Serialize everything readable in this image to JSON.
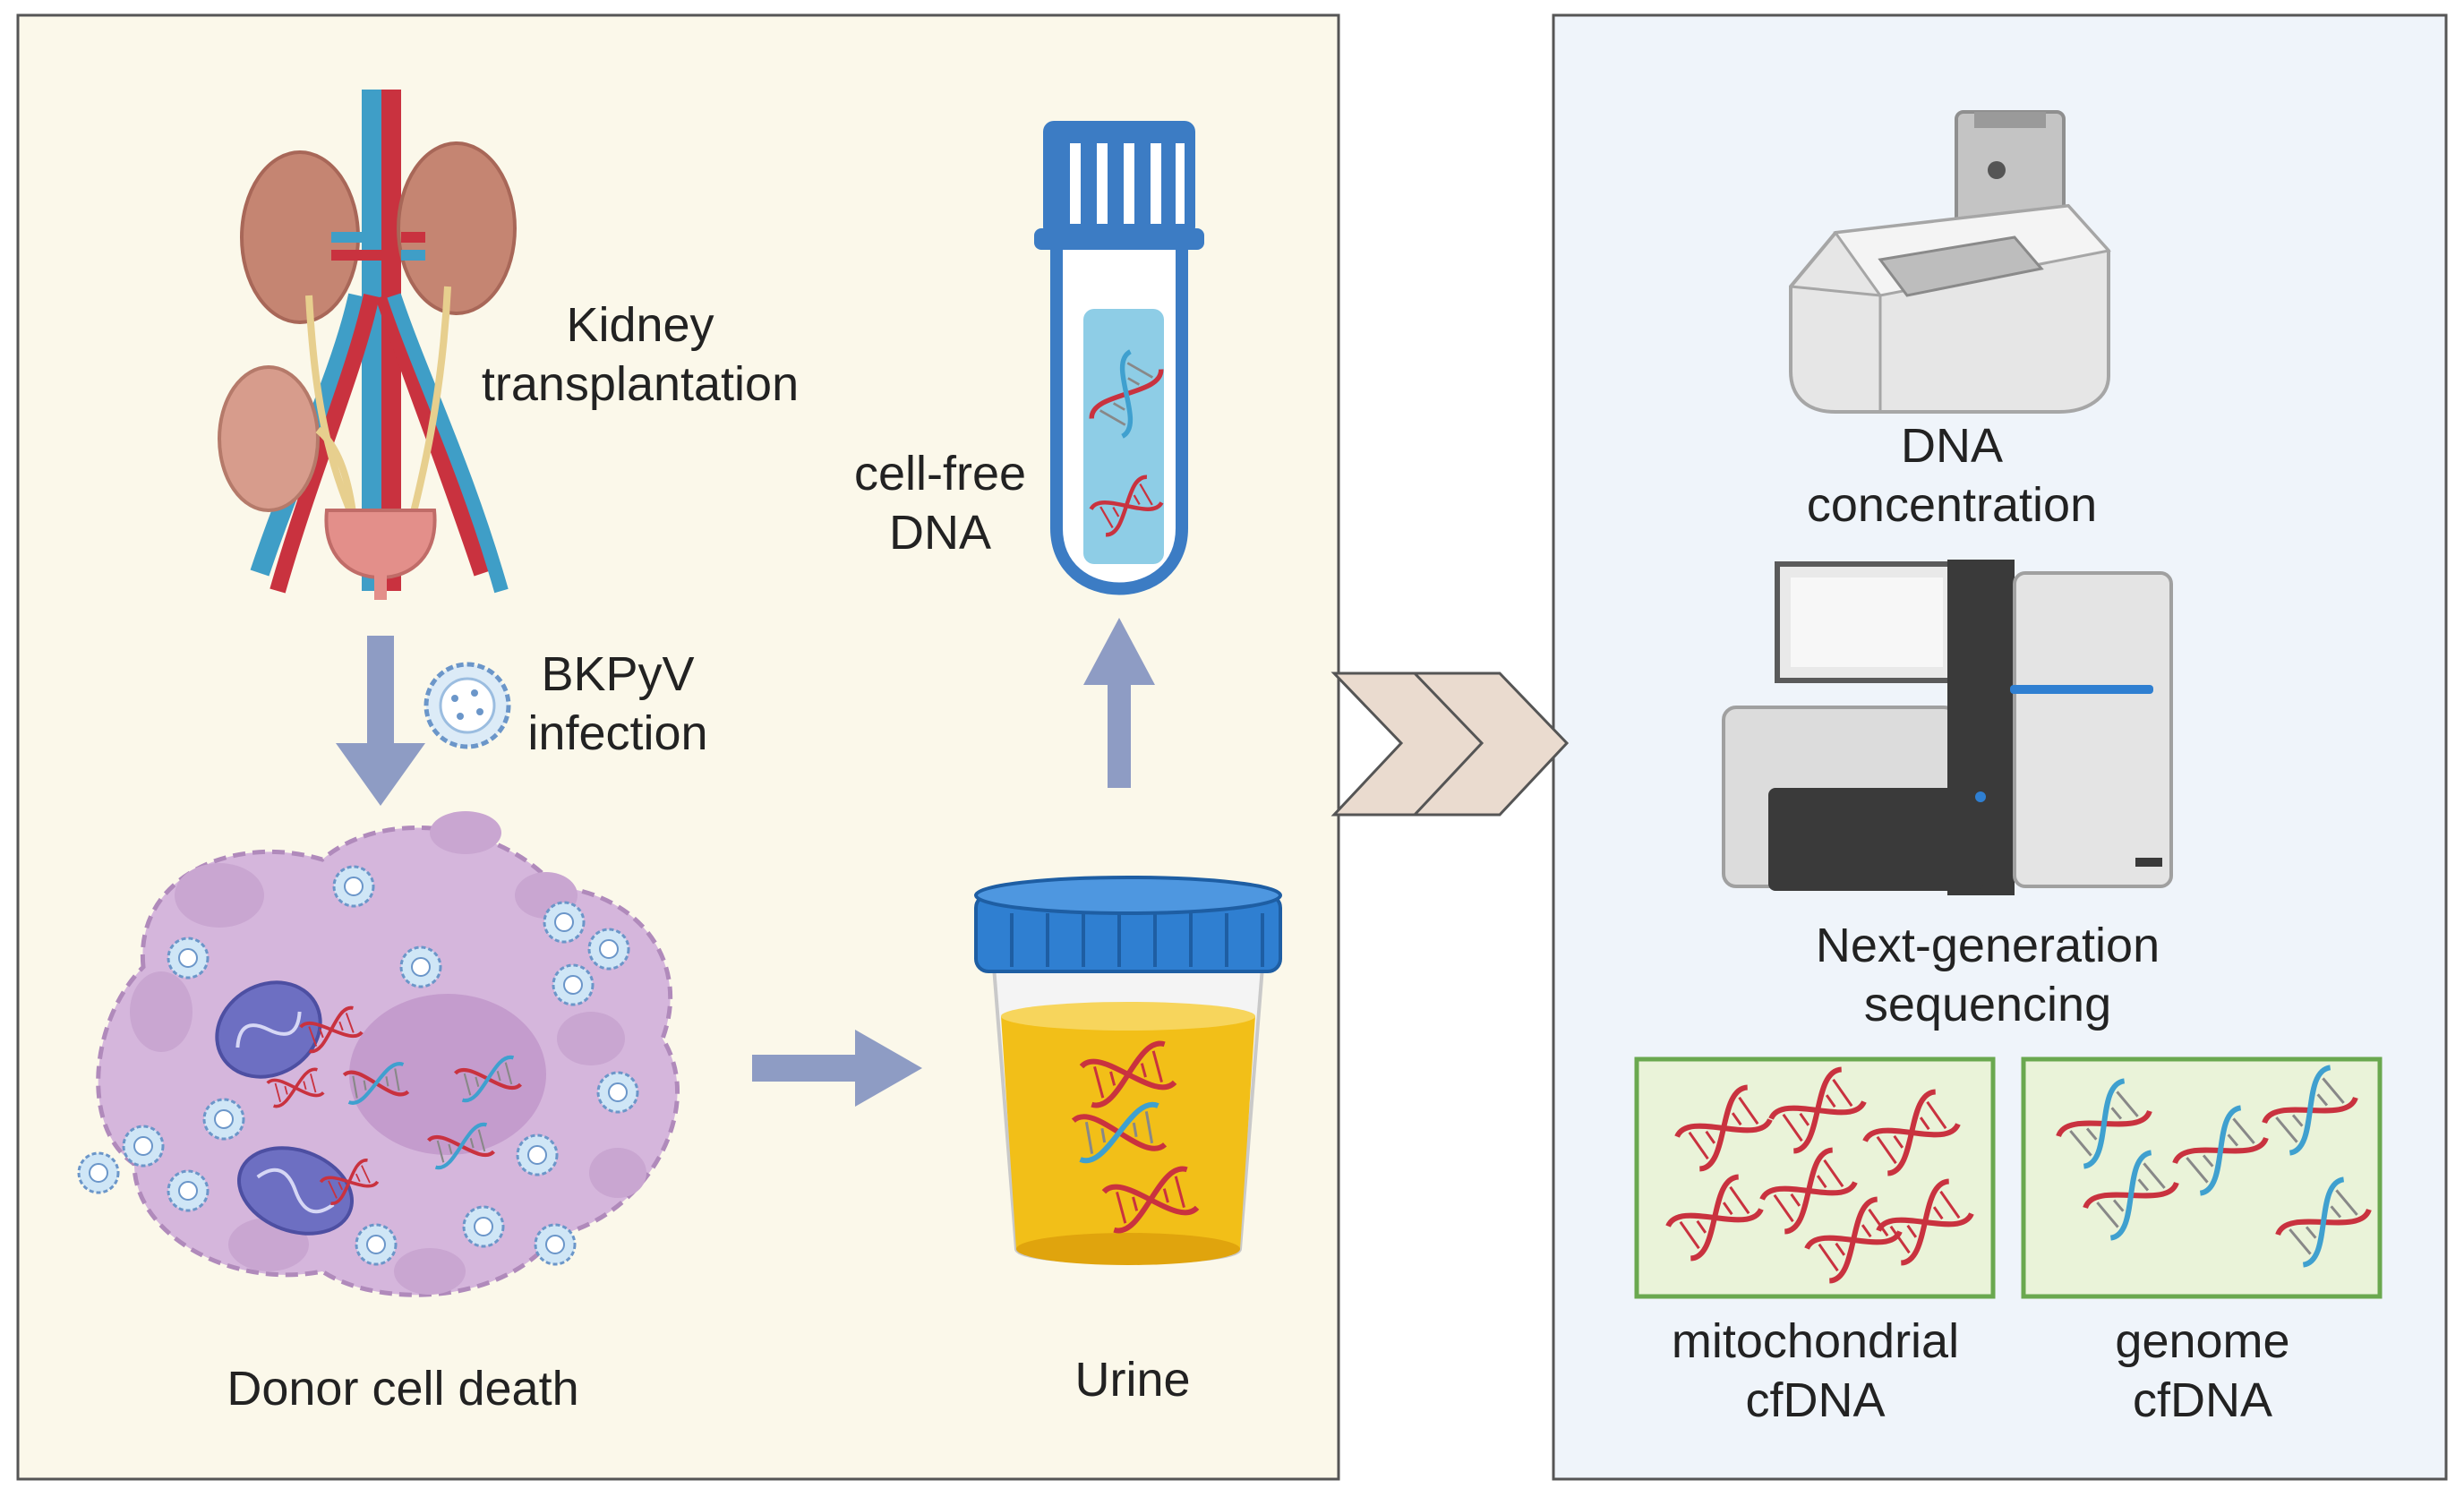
{
  "colors": {
    "left_panel_bg": "#fbf8ea",
    "right_panel_bg": "#eff4fa",
    "panel_border": "#555555",
    "flow_arrow": "#8e9cc4",
    "chevron_fill": "#eadbcf",
    "chevron_stroke": "#555555",
    "vessel_artery": "#c9323f",
    "vessel_vein": "#3f9ec7",
    "kidney": "#cf8b80",
    "ureter": "#e7cf8e",
    "tube_blue": "#3c7cc4",
    "sample_fill": "#8ecde6",
    "cup_lid": "#2f7fd1",
    "urine": "#f2bf18",
    "cell_purple": "#c9a6d1",
    "mitochondria": "#6d6fc2",
    "virus": "#cfe6f6",
    "dna_red": "#c9323f",
    "dna_blue": "#3fa0cf",
    "instrument_light": "#e6e6e6",
    "instrument_dark": "#3a3a3a",
    "box_border": "#6aa84f",
    "box_fill": "#eaf3d9"
  },
  "icons": [
    "urinary-system-icon",
    "virus-icon",
    "donor-cell-icon",
    "test-tube-icon",
    "urine-cup-icon",
    "dna-quantifier-icon",
    "sequencer-icon",
    "dna-helix-icon"
  ],
  "labels": {
    "kidney_line1": "Kidney",
    "kidney_line2": "transplantation",
    "bkpyv_line1": "BKPyV",
    "bkpyv_line2": "infection",
    "donor_cell_death": "Donor cell death",
    "cfdna_line1": "cell-free",
    "cfdna_line2": "DNA",
    "urine": "Urine",
    "dna_conc_line1": "DNA",
    "dna_conc_line2": "concentration",
    "ngs_line1": "Next-generation",
    "ngs_line2": "sequencing",
    "mito_line1": "mitochondrial",
    "mito_line2": "cfDNA",
    "genome_line1": "genome",
    "genome_line2": "cfDNA"
  }
}
